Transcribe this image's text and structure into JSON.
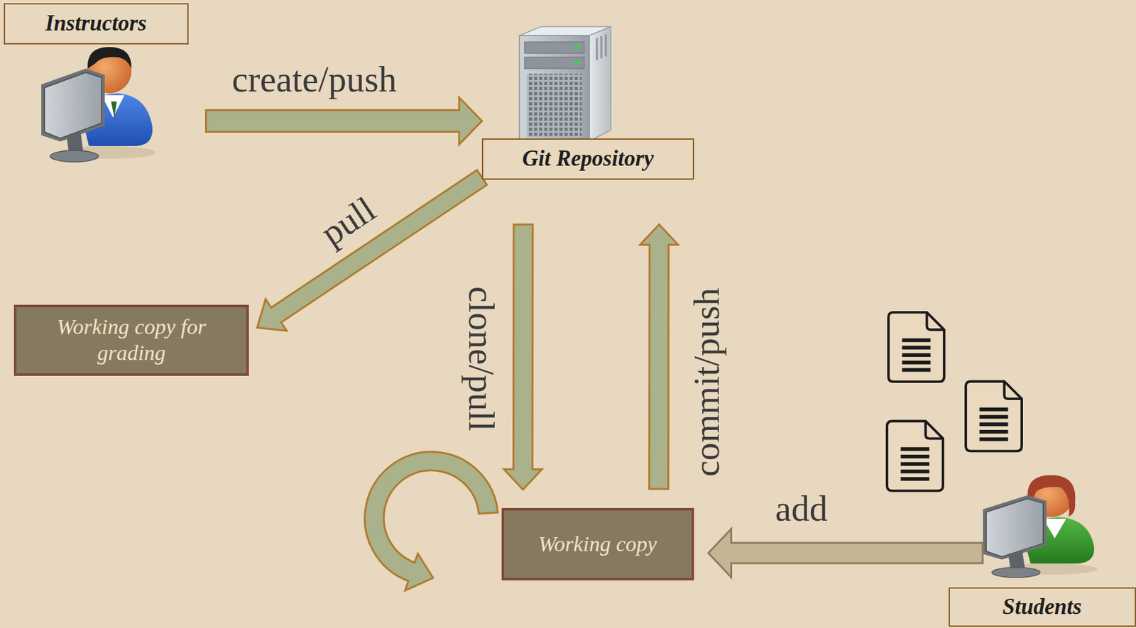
{
  "diagram": {
    "nodes": [
      {
        "text": [
          "Instructors"
        ]
      },
      {
        "text": [
          "Git Repository"
        ]
      },
      {
        "text": [
          "Working copy for grading"
        ]
      },
      {
        "text": [
          "Working copy"
        ]
      },
      {
        "text": [
          "Students"
        ]
      }
    ],
    "edges": [
      {
        "from": 0,
        "to": 1,
        "label": "create/push",
        "arrow": "to"
      },
      {
        "from": 1,
        "to": 2,
        "label": "pull",
        "arrow": "to"
      },
      {
        "from": 1,
        "to": 3,
        "label": "clone/pull",
        "arrow": "to"
      },
      {
        "from": 3,
        "to": 1,
        "label": "commit/push",
        "arrow": "to"
      },
      {
        "from": 4,
        "to": 3,
        "label": "add",
        "arrow": "to"
      }
    ]
  }
}
